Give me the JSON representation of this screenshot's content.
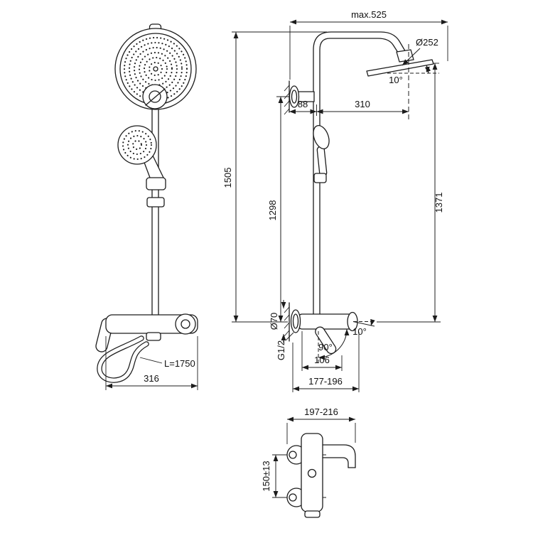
{
  "drawing": {
    "type": "technical-dimension-drawing",
    "subject": "shower-system",
    "line_color": "#1c1c1c",
    "background_color": "#ffffff",
    "views": {
      "front": {
        "hose_length": "L=1750",
        "mixer_width": "316"
      },
      "side": {
        "max_depth": "max.525",
        "head_diameter": "Ø252",
        "head_tilt": "10°",
        "wall_to_pipe": "88",
        "pipe_to_head": "310",
        "total_height": "1505",
        "wall_bracket_height": "1298",
        "head_plane_height": "1371",
        "escutcheon_diameter": "Ø70",
        "connection_thread": "G1/2",
        "spout_swivel": "90°",
        "spout_tilt": "10°",
        "spout_reach": "106",
        "wall_depth_range": "177-196"
      },
      "valve": {
        "width_range": "197-216",
        "connection_spacing": "150±13"
      }
    }
  }
}
